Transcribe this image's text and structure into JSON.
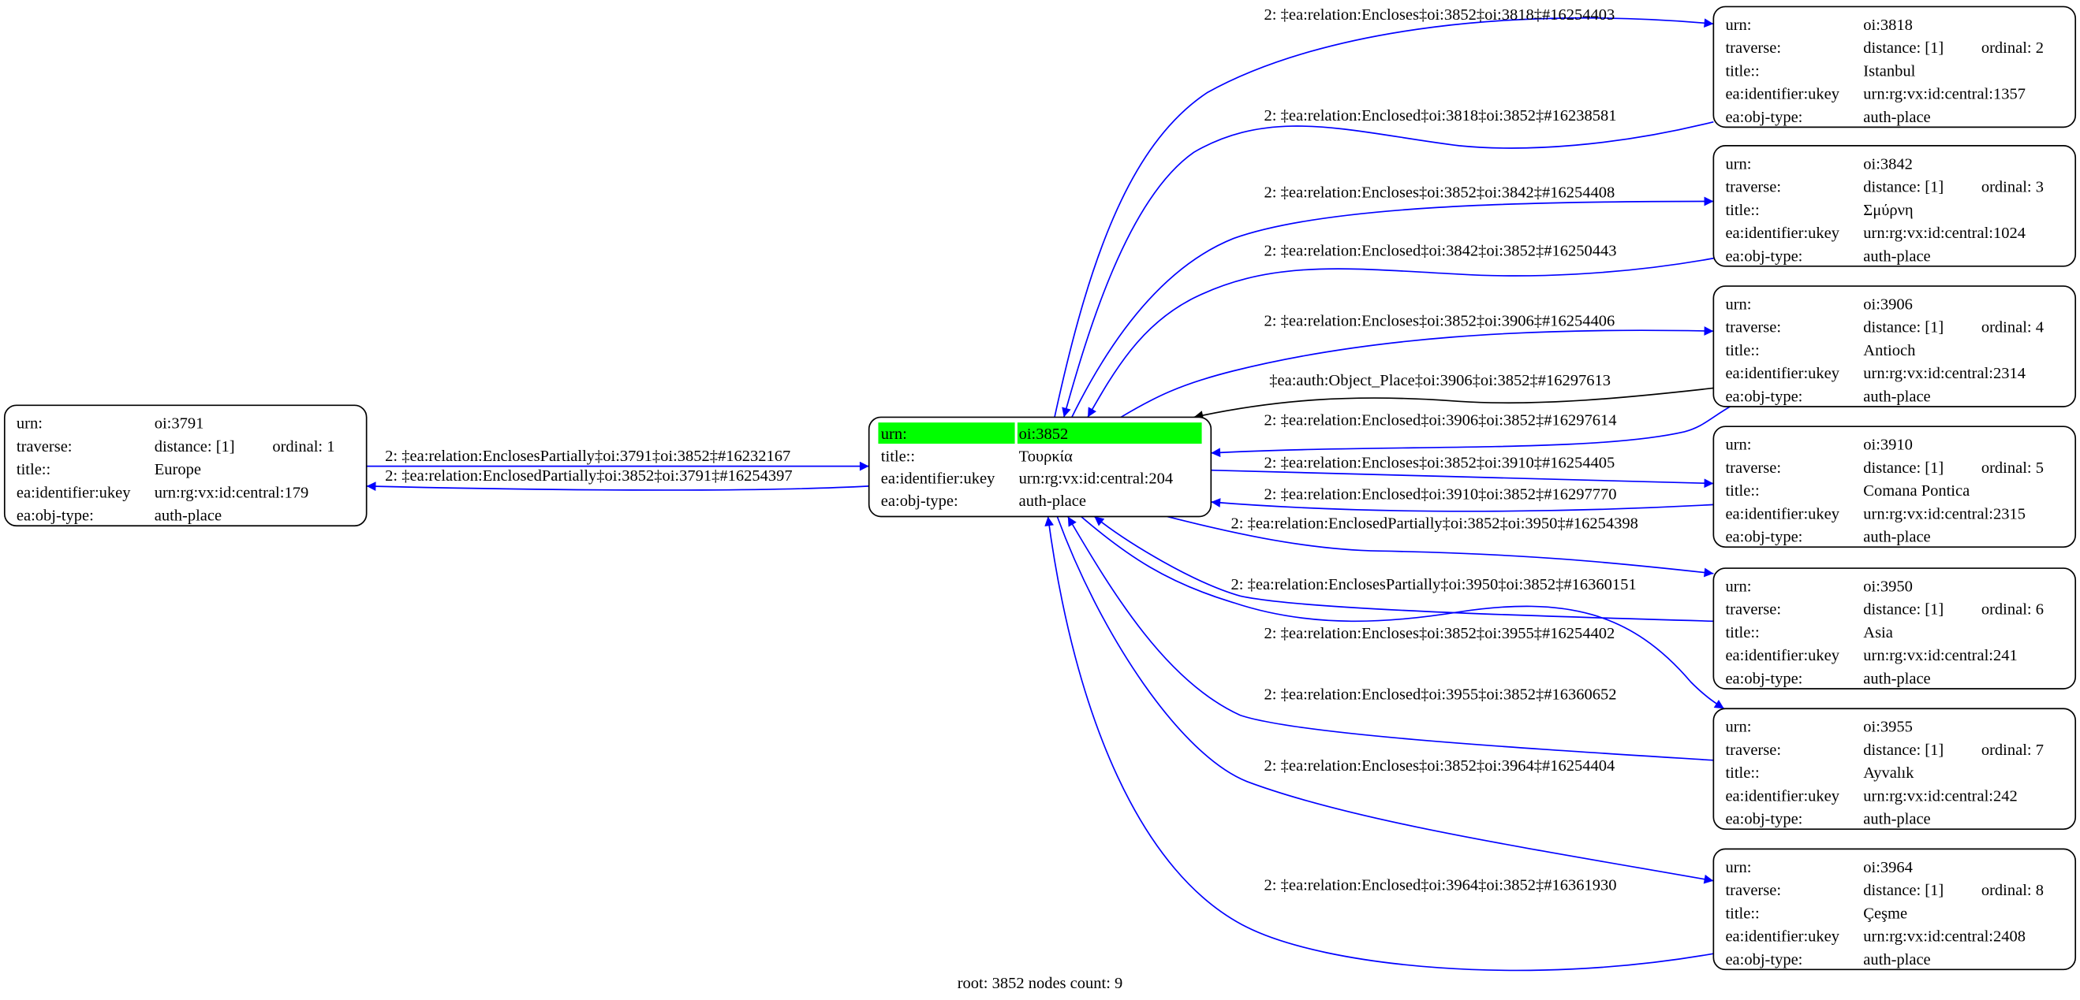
{
  "field_labels": {
    "urn": "urn:",
    "traverse": "traverse:",
    "title": "title::",
    "ukey": "ea:identifier:ukey",
    "type": "ea:obj-type:"
  },
  "root_node": {
    "urn": "oi:3852",
    "title": "Τουρκία",
    "ukey": "urn:rg:vx:id:central:204",
    "type": "auth-place",
    "highlight_color": "#00ff00"
  },
  "nodes": [
    {
      "urn": "oi:3791",
      "distance": "distance: [1]",
      "ordinal": "ordinal: 1",
      "title": "Europe",
      "ukey": "urn:rg:vx:id:central:179",
      "type": "auth-place"
    },
    {
      "urn": "oi:3818",
      "distance": "distance: [1]",
      "ordinal": "ordinal: 2",
      "title": "Istanbul",
      "ukey": "urn:rg:vx:id:central:1357",
      "type": "auth-place"
    },
    {
      "urn": "oi:3842",
      "distance": "distance: [1]",
      "ordinal": "ordinal: 3",
      "title": "Σμύρνη",
      "ukey": "urn:rg:vx:id:central:1024",
      "type": "auth-place"
    },
    {
      "urn": "oi:3906",
      "distance": "distance: [1]",
      "ordinal": "ordinal: 4",
      "title": "Antioch",
      "ukey": "urn:rg:vx:id:central:2314",
      "type": "auth-place"
    },
    {
      "urn": "oi:3910",
      "distance": "distance: [1]",
      "ordinal": "ordinal: 5",
      "title": "Comana Pontica",
      "ukey": "urn:rg:vx:id:central:2315",
      "type": "auth-place"
    },
    {
      "urn": "oi:3950",
      "distance": "distance: [1]",
      "ordinal": "ordinal: 6",
      "title": "Asia",
      "ukey": "urn:rg:vx:id:central:241",
      "type": "auth-place"
    },
    {
      "urn": "oi:3955",
      "distance": "distance: [1]",
      "ordinal": "ordinal: 7",
      "title": "Ayvalık",
      "ukey": "urn:rg:vx:id:central:242",
      "type": "auth-place"
    },
    {
      "urn": "oi:3964",
      "distance": "distance: [1]",
      "ordinal": "ordinal: 8",
      "title": "Çeşme",
      "ukey": "urn:rg:vx:id:central:2408",
      "type": "auth-place"
    }
  ],
  "edges": [
    {
      "label": "2: ‡ea:relation:EnclosesPartially‡oi:3791‡oi:3852‡#16232167",
      "color": "#0000ff"
    },
    {
      "label": "2: ‡ea:relation:EnclosedPartially‡oi:3852‡oi:3791‡#16254397",
      "color": "#0000ff"
    },
    {
      "label": "2: ‡ea:relation:Encloses‡oi:3852‡oi:3818‡#16254403",
      "color": "#0000ff"
    },
    {
      "label": "2: ‡ea:relation:Enclosed‡oi:3818‡oi:3852‡#16238581",
      "color": "#0000ff"
    },
    {
      "label": "2: ‡ea:relation:Encloses‡oi:3852‡oi:3842‡#16254408",
      "color": "#0000ff"
    },
    {
      "label": "2: ‡ea:relation:Enclosed‡oi:3842‡oi:3852‡#16250443",
      "color": "#0000ff"
    },
    {
      "label": "2: ‡ea:relation:Encloses‡oi:3852‡oi:3906‡#16254406",
      "color": "#0000ff"
    },
    {
      "label": "‡ea:auth:Object_Place‡oi:3906‡oi:3852‡#16297613",
      "color": "#000000"
    },
    {
      "label": "2: ‡ea:relation:Enclosed‡oi:3906‡oi:3852‡#16297614",
      "color": "#0000ff"
    },
    {
      "label": "2: ‡ea:relation:Encloses‡oi:3852‡oi:3910‡#16254405",
      "color": "#0000ff"
    },
    {
      "label": "2: ‡ea:relation:Enclosed‡oi:3910‡oi:3852‡#16297770",
      "color": "#0000ff"
    },
    {
      "label": "2: ‡ea:relation:EnclosedPartially‡oi:3852‡oi:3950‡#16254398",
      "color": "#0000ff"
    },
    {
      "label": "2: ‡ea:relation:EnclosesPartially‡oi:3950‡oi:3852‡#16360151",
      "color": "#0000ff"
    },
    {
      "label": "2: ‡ea:relation:Encloses‡oi:3852‡oi:3955‡#16254402",
      "color": "#0000ff"
    },
    {
      "label": "2: ‡ea:relation:Enclosed‡oi:3955‡oi:3852‡#16360652",
      "color": "#0000ff"
    },
    {
      "label": "2: ‡ea:relation:Encloses‡oi:3852‡oi:3964‡#16254404",
      "color": "#0000ff"
    },
    {
      "label": "2: ‡ea:relation:Enclosed‡oi:3964‡oi:3852‡#16361930",
      "color": "#0000ff"
    }
  ],
  "footer": "root: 3852 nodes count: 9"
}
